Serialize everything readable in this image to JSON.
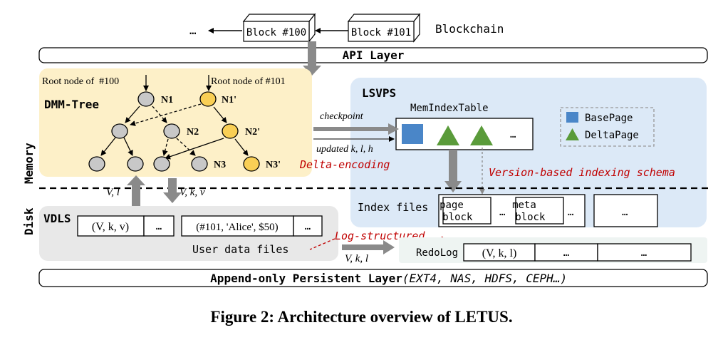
{
  "blockchain": {
    "ellipsis": "…",
    "block100": "Block #100",
    "block101": "Block #101",
    "label": "Blockchain"
  },
  "api_layer": "API Layer",
  "dmm": {
    "title": "DMM-Tree",
    "root100": "Root node of  #100",
    "root101": "Root node of #101",
    "n1": "N1",
    "n1p": "N1'",
    "n2": "N2",
    "n2p": "N2'",
    "n3": "N3",
    "n3p": "N3'"
  },
  "side_labels": {
    "memory": "Memory",
    "disk": "Disk"
  },
  "edges": {
    "checkpoint": "checkpoint",
    "updated": "updated k, l, h",
    "delta_encoding": "Delta-encoding",
    "vl": "V, l",
    "vkv": "V, k, v",
    "vkl": "V, k, l"
  },
  "lsvps": {
    "title": "LSVPS",
    "memindex": "MemIndexTable",
    "ellipsis": "…",
    "legend_base": "BasePage",
    "legend_delta": "DeltaPage",
    "version_schema": "Version-based indexing schema",
    "index_files": "Index files",
    "page_block": "page\nblock",
    "meta_block": "meta\nblock",
    "ellipsis2": "…",
    "ellipsis3": "…"
  },
  "vdls": {
    "title": "VDLS",
    "cell1": "(V, k, v)",
    "cell2": "…",
    "cell3": "(#101, 'Alice', $50)",
    "cell4": "…",
    "user_data": "User data files",
    "log_structured": "Log-structured",
    "redolog": "RedoLog",
    "redo_cell1": "(V, k, l)",
    "redo_cell2": "…",
    "redo_cell3": "…"
  },
  "persistent": {
    "bold": "Append-only Persistent Layer",
    "italic": "(EXT4, NAS, HDFS, CEPH…)"
  },
  "caption": "Figure 2: Architecture overview of LETUS.",
  "colors": {
    "dmm_bg": "#fdf0c8",
    "lsvps_bg": "#dce9f7",
    "vdls_bg": "#e8e8e8",
    "redo_bg": "#eef4f2",
    "node_gray": "#c8c8c8",
    "node_yellow": "#f9cf55",
    "base_page": "#4a86c8",
    "delta_page": "#5a9b3a",
    "red_text": "#c00000",
    "gray_arrow": "#8a8a8a"
  }
}
